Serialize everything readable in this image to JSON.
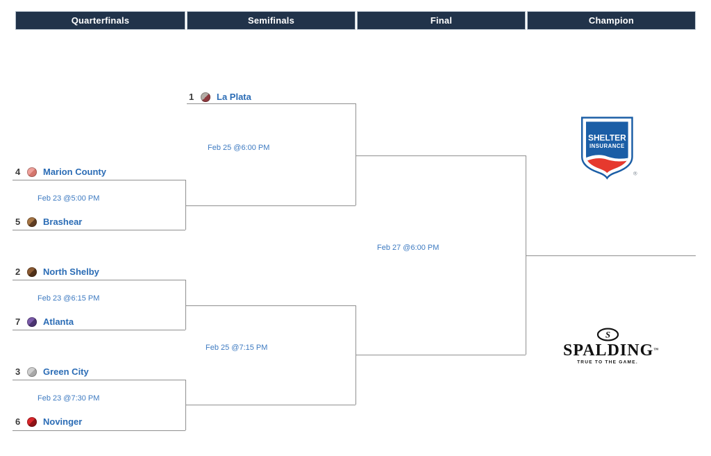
{
  "header": {
    "columns": [
      {
        "label": "Quarterfinals"
      },
      {
        "label": "Semifinals"
      },
      {
        "label": "Final"
      },
      {
        "label": "Champion"
      }
    ]
  },
  "bracket": {
    "teams": [
      {
        "seed": "1",
        "name": "La Plata",
        "logo_colors": [
          "#b3ada6",
          "#8e3a3f"
        ]
      },
      {
        "seed": "4",
        "name": "Marion County",
        "logo_colors": [
          "#eea09a",
          "#d4756c"
        ]
      },
      {
        "seed": "5",
        "name": "Brashear",
        "logo_colors": [
          "#a57545",
          "#5f3d22"
        ]
      },
      {
        "seed": "2",
        "name": "North Shelby",
        "logo_colors": [
          "#8a5a33",
          "#4f3018"
        ]
      },
      {
        "seed": "7",
        "name": "Atlanta",
        "logo_colors": [
          "#7a5aa8",
          "#4a3370"
        ]
      },
      {
        "seed": "3",
        "name": "Green City",
        "logo_colors": [
          "#cfcfcf",
          "#a8a8a8"
        ]
      },
      {
        "seed": "6",
        "name": "Novinger",
        "logo_colors": [
          "#d8262b",
          "#8f1317"
        ]
      }
    ],
    "matches": [
      {
        "round": "Quarterfinals",
        "time": "Feb 23 @5:00 PM"
      },
      {
        "round": "Quarterfinals",
        "time": "Feb 23 @6:15 PM"
      },
      {
        "round": "Quarterfinals",
        "time": "Feb 23 @7:30 PM"
      },
      {
        "round": "Semifinals",
        "time": "Feb 25 @6:00 PM"
      },
      {
        "round": "Semifinals",
        "time": "Feb 25 @7:15 PM"
      },
      {
        "round": "Final",
        "time": "Feb 27 @6:00 PM"
      }
    ]
  },
  "sponsors": {
    "shelter": {
      "name": "Shelter Insurance",
      "line1": "SHELTER",
      "line2": "INSURANCE",
      "registered": "®",
      "blue": "#1b5ea6",
      "red": "#e6392e"
    },
    "spalding": {
      "name": "Spalding",
      "monogram": "S",
      "wordmark": "SPALDING",
      "trademark": "™",
      "tagline": "TRUE TO THE GAME.",
      "color": "#111111"
    }
  },
  "colors": {
    "header_bg": "#21334a",
    "team_link": "#2b6cb5",
    "time_text": "#3d7ac1",
    "line": "#8f8f8f"
  }
}
